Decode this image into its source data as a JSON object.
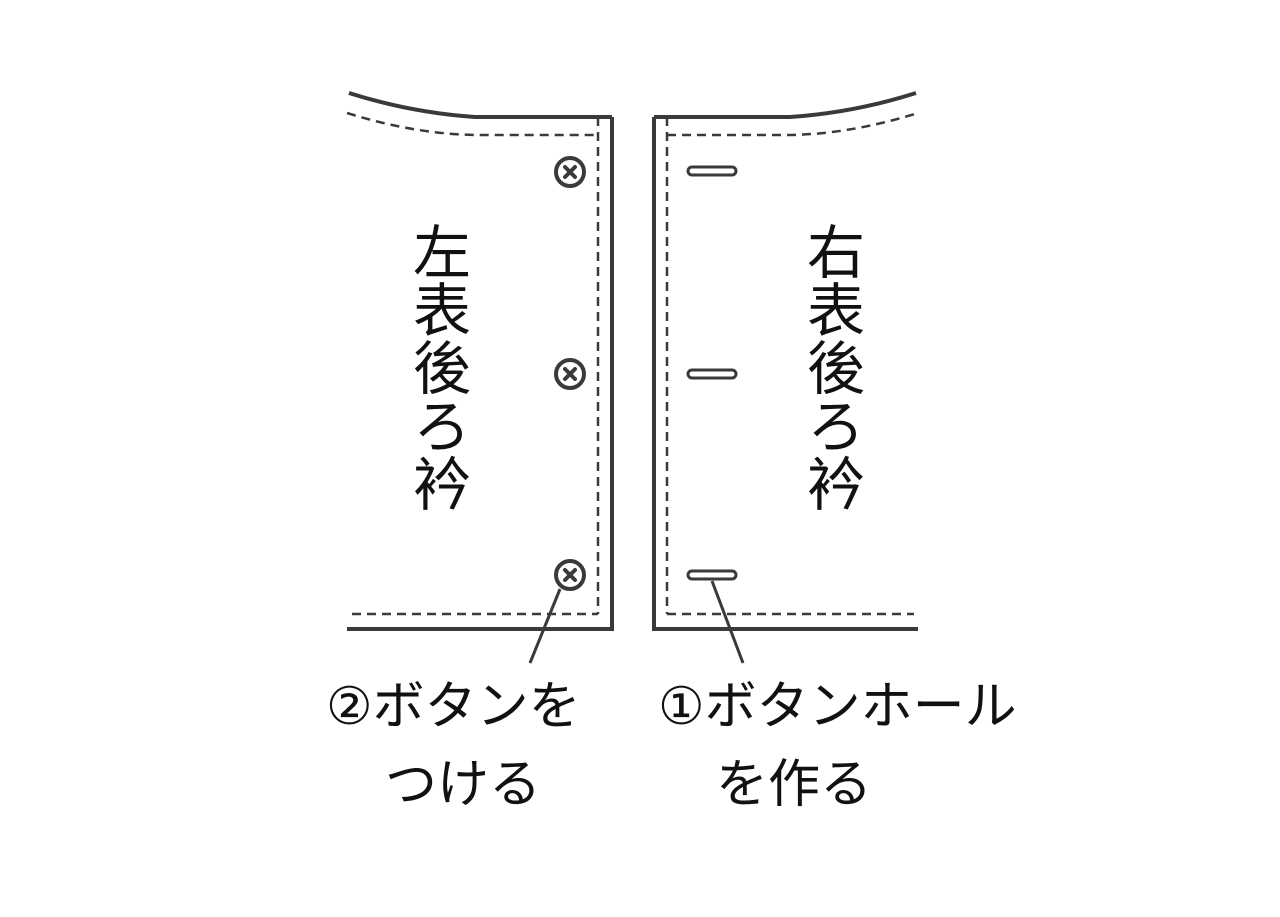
{
  "pieces": {
    "left": {
      "label": "左表後ろ衿"
    },
    "right": {
      "label": "右表後ろ衿"
    }
  },
  "steps": {
    "step2": {
      "line1": "②ボタンを",
      "line2": "つける"
    },
    "step1": {
      "line1": "①ボタンホール",
      "line2": "を作る"
    }
  },
  "elements": {
    "buttons_count": 3,
    "buttonholes_count": 3
  },
  "colors": {
    "line": "#3a3a3a",
    "text": "#111111",
    "background": "#ffffff"
  },
  "icons": {
    "button": "sewn-button-icon",
    "buttonhole": "buttonhole-icon"
  }
}
